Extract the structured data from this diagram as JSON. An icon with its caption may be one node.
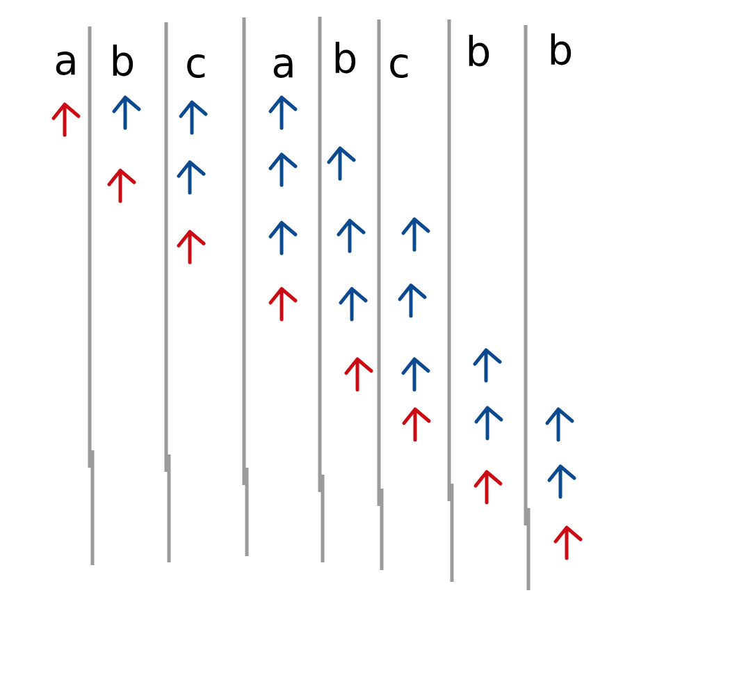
{
  "diagram": {
    "labels": [
      "a",
      "b",
      "c",
      "a",
      "b",
      "c",
      "b",
      "b"
    ]
  }
}
